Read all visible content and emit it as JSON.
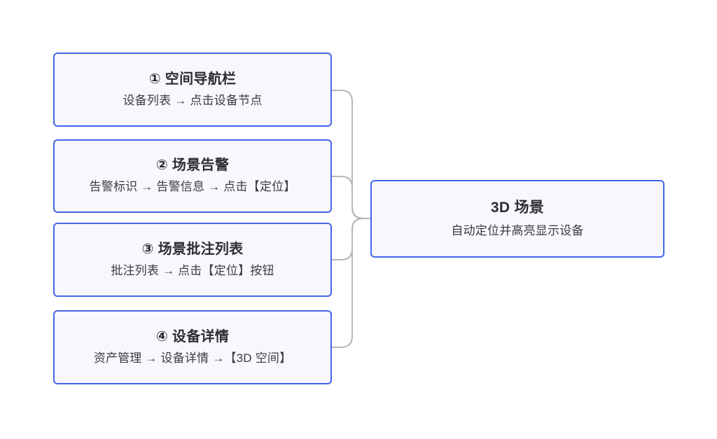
{
  "diagram": {
    "type": "flow",
    "orientation": "left-to-right",
    "colors": {
      "node_border": "#4465e8",
      "node_fill": "#f7f7fc",
      "connector": "#b6b6bc",
      "title_text": "#2c2c32",
      "subtitle_text": "#3b3b42",
      "background": "#ffffff"
    },
    "sources": [
      {
        "id": "node-1",
        "title": "① 空间导航栏",
        "subtitle": "设备列表 → 点击设备节点"
      },
      {
        "id": "node-2",
        "title": "② 场景告警",
        "subtitle": "告警标识 → 告警信息 → 点击【定位】"
      },
      {
        "id": "node-3",
        "title": "③ 场景批注列表",
        "subtitle": "批注列表 → 点击【定位】按钮"
      },
      {
        "id": "node-4",
        "title": "④ 设备详情",
        "subtitle": "资产管理 → 设备详情 →【3D 空间】"
      }
    ],
    "target": {
      "id": "node-target",
      "title": "3D 场景",
      "subtitle": "自动定位并高亮显示设备"
    }
  }
}
